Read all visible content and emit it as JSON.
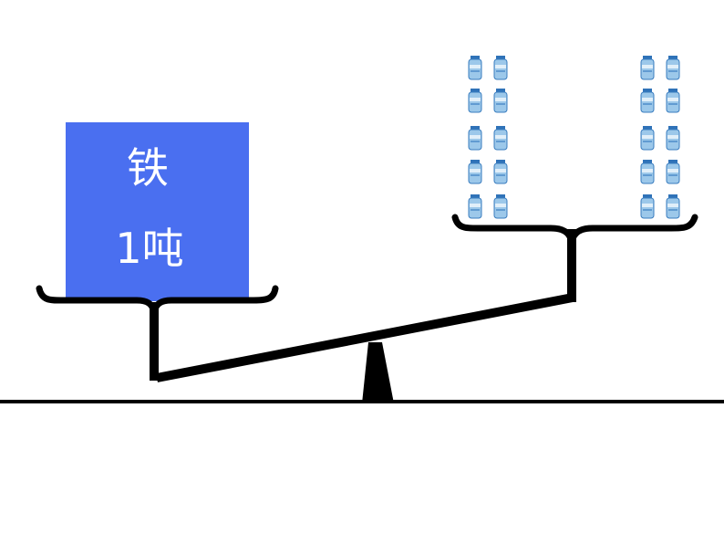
{
  "diagram": {
    "iron_block": {
      "line1": "铁",
      "line2": "1吨",
      "fill_color": "#4a6ff0",
      "text_color": "#ffffff"
    },
    "water_bottles": {
      "icon": "water-jug-icon",
      "groups": [
        {
          "columns": 2,
          "rows": 5
        },
        {
          "columns": 2,
          "rows": 5
        }
      ],
      "total": 20,
      "bottle_color": "#7fb6df",
      "cap_color": "#2f72b8"
    },
    "balance": {
      "beam_state": "tilted-left-down",
      "stroke_color": "#000000"
    }
  }
}
